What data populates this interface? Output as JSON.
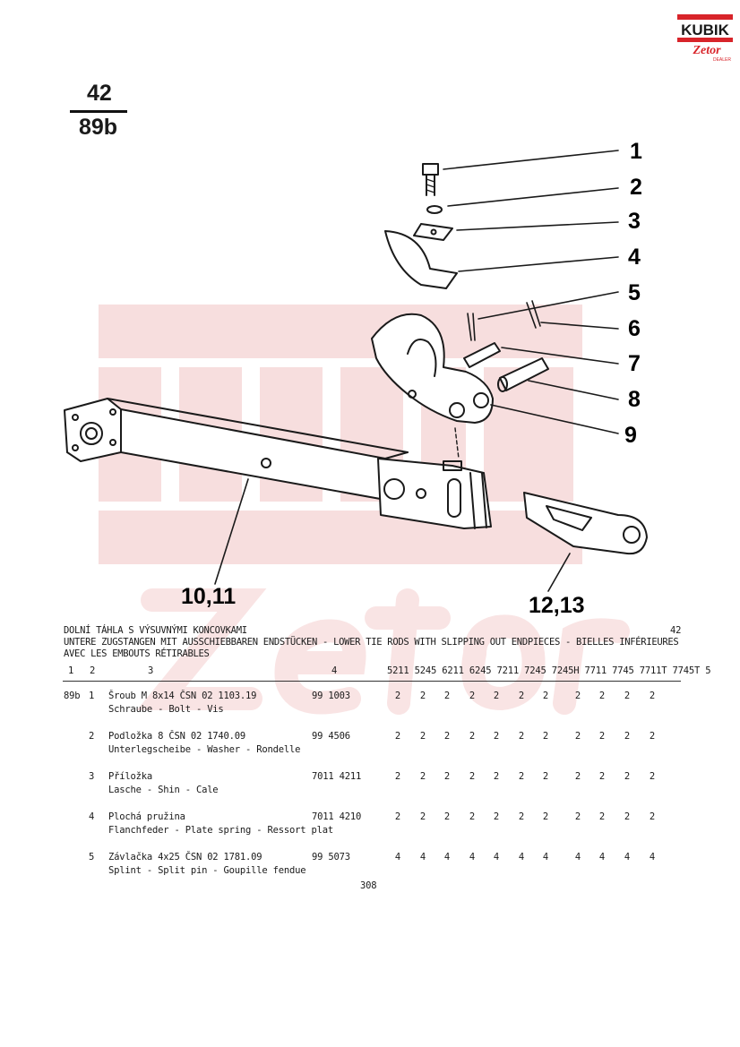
{
  "brand": {
    "logo_main": "KUBIK",
    "logo_sub": "Zetor",
    "logo_tag": "DEALER"
  },
  "figure": {
    "top": "42",
    "bottom": "89b"
  },
  "callouts": [
    {
      "label": "1"
    },
    {
      "label": "2"
    },
    {
      "label": "3"
    },
    {
      "label": "4"
    },
    {
      "label": "5"
    },
    {
      "label": "6"
    },
    {
      "label": "7"
    },
    {
      "label": "8"
    },
    {
      "label": "9"
    },
    {
      "label": "10,11"
    },
    {
      "label": "12,13"
    }
  ],
  "title_lines": [
    "DOLNÍ TÁHLA S VÝSUVNÝMI KONCOVKAMI",
    "UNTERE ZUGSTANGEN MIT AUSSCHIEBBAREN ENDSTÜCKEN - LOWER TIE RODS WITH SLIPPING OUT ENDPIECES - BIELLES INFÉRIEURES",
    "AVEC LES EMBOUTS RÉTIRABLES"
  ],
  "page_ref": "42",
  "columns": {
    "c1": "1",
    "c2": "2",
    "c3": "3",
    "c4": "4",
    "models": [
      "5211",
      "5245",
      "6211",
      "6245",
      "7211",
      "7245",
      "7245H",
      "7711",
      "7745",
      "7711T",
      "7745T"
    ],
    "c5": "5"
  },
  "rows": [
    {
      "fig": "89b",
      "pos": "1",
      "name": "Šroub M 8x14 ČSN 02 1103.19",
      "translation": "Schraube - Bolt - Vis",
      "part": "99 1003",
      "qty": [
        "2",
        "2",
        "2",
        "2",
        "2",
        "2",
        "2",
        "2",
        "2",
        "2",
        "2"
      ]
    },
    {
      "fig": "",
      "pos": "2",
      "name": "Podložka 8 ČSN 02 1740.09",
      "translation": "Unterlegscheibe - Washer - Rondelle",
      "part": "99 4506",
      "qty": [
        "2",
        "2",
        "2",
        "2",
        "2",
        "2",
        "2",
        "2",
        "2",
        "2",
        "2"
      ]
    },
    {
      "fig": "",
      "pos": "3",
      "name": "Příložka",
      "translation": "Lasche - Shin - Cale",
      "part": "7011 4211",
      "qty": [
        "2",
        "2",
        "2",
        "2",
        "2",
        "2",
        "2",
        "2",
        "2",
        "2",
        "2"
      ]
    },
    {
      "fig": "",
      "pos": "4",
      "name": "Plochá pružina",
      "translation": "Flanchfeder - Plate spring - Ressort plat",
      "part": "7011 4210",
      "qty": [
        "2",
        "2",
        "2",
        "2",
        "2",
        "2",
        "2",
        "2",
        "2",
        "2",
        "2"
      ]
    },
    {
      "fig": "",
      "pos": "5",
      "name": "Závlačka 4x25 ČSN 02 1781.09",
      "translation": "Splint - Split pin - Goupille fendue",
      "part": "99 5073",
      "qty": [
        "4",
        "4",
        "4",
        "4",
        "4",
        "4",
        "4",
        "4",
        "4",
        "4",
        "4"
      ]
    }
  ],
  "page_number": "308"
}
